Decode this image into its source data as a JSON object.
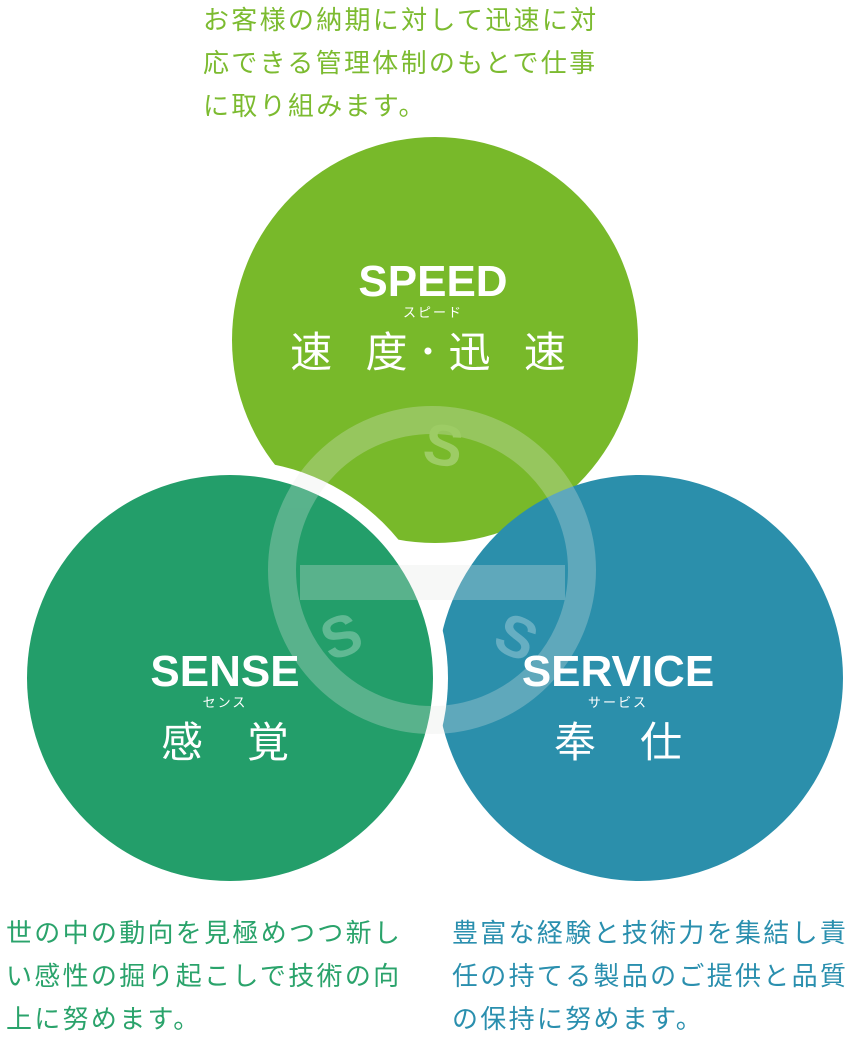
{
  "descriptions": {
    "speed": [
      "お客様の納期に対して迅速に対",
      "応できる管理体制のもとで仕事",
      "に取り組みます。"
    ],
    "sense": [
      "世の中の動向を見極めつつ新し",
      "い感性の掘り起こしで技術の向",
      "上に努めます。"
    ],
    "service": [
      "豊富な経験と技術力を集結し責",
      "任の持てる製品のご提供と品質",
      "の保持に努めます。"
    ]
  },
  "circles": {
    "speed": {
      "en": "SPEED",
      "kana": "スピード",
      "kanji": "速 度･迅 速",
      "color": "#78b92a"
    },
    "sense": {
      "en": "SENSE",
      "kana": "センス",
      "kanji": "感覚",
      "color": "#239e6a"
    },
    "service": {
      "en": "SERVICE",
      "kana": "サービス",
      "kanji": "奉仕",
      "color": "#2b8fab"
    }
  },
  "logo": {
    "mark": "S",
    "color": "#c8ccc8"
  }
}
